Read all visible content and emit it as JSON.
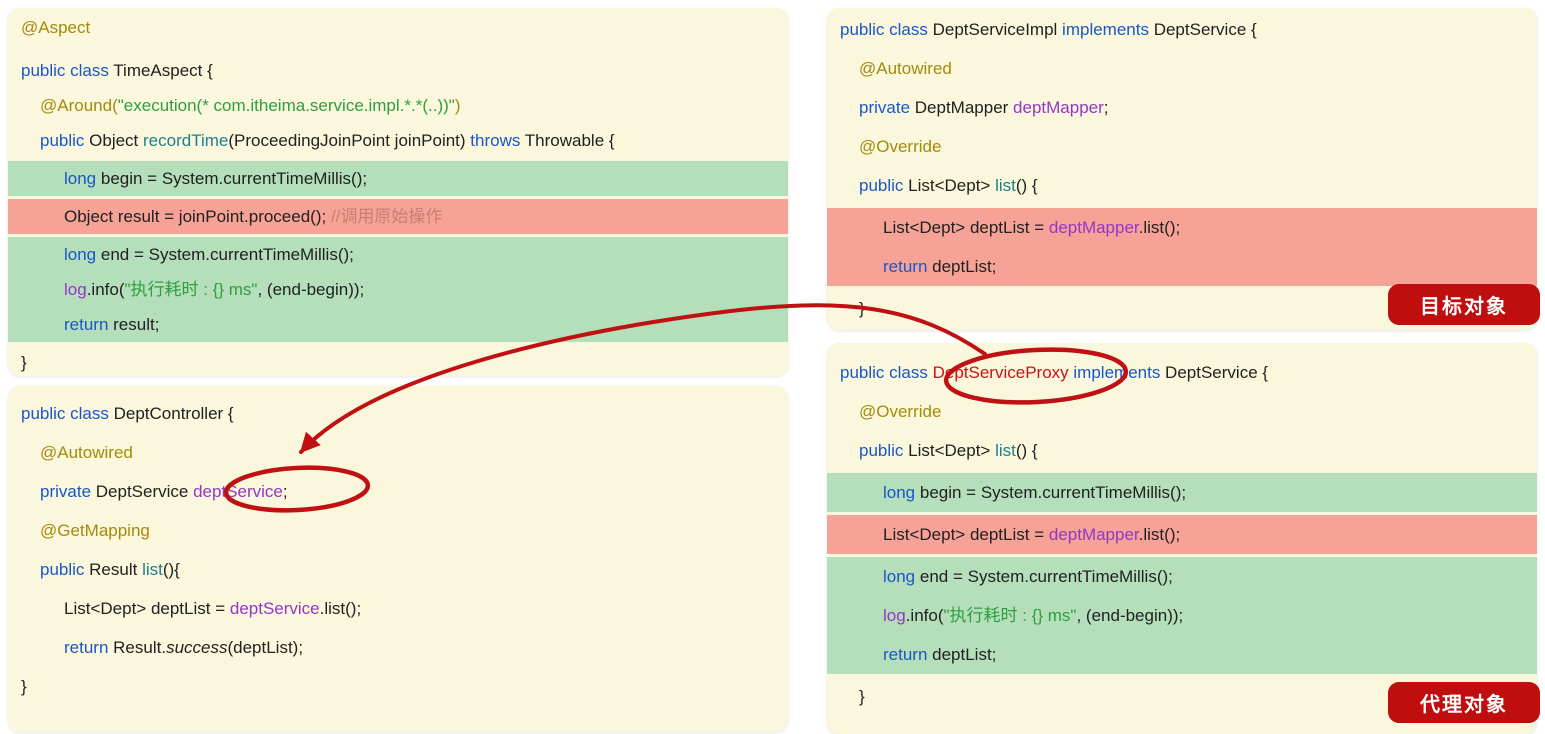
{
  "badges": {
    "target": "目标对象",
    "proxy": "代理对象"
  },
  "colors": {
    "panel_bg": "#faf7dc",
    "highlight_green": "#b4dfba",
    "highlight_red": "#f7a296",
    "annotation_red": "#c00d0d",
    "keyword_blue": "#1a56c9",
    "method_teal": "#1e7f8e",
    "annotation_olive": "#a38b0b",
    "field_purple": "#9138c8",
    "string_green": "#2f9e3f",
    "comment_rose": "#c87f72"
  },
  "annotations": {
    "circled_left": "deptService",
    "circled_right": "DeptServiceProxy"
  },
  "panels": [
    {
      "id": "time-aspect",
      "lines": [
        {
          "ind": 0,
          "tok": [
            {
              "t": "@Aspect",
              "c": "a"
            }
          ]
        },
        {
          "ind": 0,
          "tok": [
            {
              "t": "public class",
              "c": "k"
            },
            {
              "t": " TimeAspect {",
              "c": "t"
            }
          ]
        },
        {
          "ind": 1,
          "tok": [
            {
              "t": "@Around(",
              "c": "a"
            },
            {
              "t": "\"execution(* com.itheima.service.impl.*.*(..))\"",
              "c": "s"
            },
            {
              "t": ")",
              "c": "a"
            }
          ]
        },
        {
          "ind": 1,
          "tok": [
            {
              "t": "public",
              "c": "k"
            },
            {
              "t": " Object ",
              "c": "t"
            },
            {
              "t": "recordTime",
              "c": "m"
            },
            {
              "t": "(ProceedingJoinPoint joinPoint) ",
              "c": "t"
            },
            {
              "t": "throws",
              "c": "k"
            },
            {
              "t": " Throwable {",
              "c": "t"
            }
          ]
        },
        {
          "ind": 2,
          "hl": "g1",
          "tok": [
            {
              "t": "long",
              "c": "k"
            },
            {
              "t": " begin = System.currentTimeMillis();",
              "c": "t"
            }
          ]
        },
        {
          "ind": 2,
          "hl": "r1",
          "tok": [
            {
              "t": "Object result = joinPoint.proceed();   ",
              "c": "t"
            },
            {
              "t": "//调用原始操作",
              "c": "c"
            }
          ]
        },
        {
          "ind": 2,
          "hl": "g2",
          "tok": [
            {
              "t": "long",
              "c": "k"
            },
            {
              "t": " end = System.currentTimeMillis();",
              "c": "t"
            }
          ]
        },
        {
          "ind": 2,
          "hl": "g2",
          "tok": [
            {
              "t": "log",
              "c": "f"
            },
            {
              "t": ".info(",
              "c": "t"
            },
            {
              "t": "\"执行耗时 : {} ms\"",
              "c": "s"
            },
            {
              "t": ", (end-begin));",
              "c": "t"
            }
          ]
        },
        {
          "ind": 2,
          "hl": "g2",
          "tok": [
            {
              "t": "return",
              "c": "k"
            },
            {
              "t": " result;",
              "c": "t"
            }
          ]
        },
        {
          "ind": 0,
          "tok": [
            {
              "t": "}",
              "c": "t"
            }
          ]
        }
      ]
    },
    {
      "id": "dept-controller",
      "lines": [
        {
          "ind": 0,
          "tok": [
            {
              "t": "public class",
              "c": "k"
            },
            {
              "t": " DeptController {",
              "c": "t"
            }
          ]
        },
        {
          "ind": 1,
          "tok": [
            {
              "t": "@Autowired",
              "c": "a"
            }
          ]
        },
        {
          "ind": 1,
          "tok": [
            {
              "t": "private",
              "c": "k"
            },
            {
              "t": " DeptService ",
              "c": "t"
            },
            {
              "t": "deptService",
              "c": "f"
            },
            {
              "t": ";",
              "c": "t"
            }
          ]
        },
        {
          "ind": 1,
          "tok": [
            {
              "t": "@GetMapping",
              "c": "a"
            }
          ]
        },
        {
          "ind": 1,
          "tok": [
            {
              "t": "public",
              "c": "k"
            },
            {
              "t": " Result ",
              "c": "t"
            },
            {
              "t": "list",
              "c": "m"
            },
            {
              "t": "(){",
              "c": "t"
            }
          ]
        },
        {
          "ind": 2,
          "tok": [
            {
              "t": "List<Dept> deptList = ",
              "c": "t"
            },
            {
              "t": "deptService",
              "c": "f"
            },
            {
              "t": ".list();",
              "c": "t"
            }
          ]
        },
        {
          "ind": 2,
          "tok": [
            {
              "t": "return",
              "c": "k"
            },
            {
              "t": " Result.",
              "c": "t"
            },
            {
              "t": "success",
              "c": "i"
            },
            {
              "t": "(deptList);",
              "c": "t"
            }
          ]
        },
        {
          "ind": 0,
          "tok": [
            {
              "t": "}",
              "c": "t"
            }
          ]
        }
      ]
    },
    {
      "id": "dept-service-impl",
      "lines": [
        {
          "ind": 0,
          "tok": [
            {
              "t": "public class",
              "c": "k"
            },
            {
              "t": " DeptServiceImpl ",
              "c": "t"
            },
            {
              "t": "implements",
              "c": "k"
            },
            {
              "t": " DeptService {",
              "c": "t"
            }
          ]
        },
        {
          "ind": 1,
          "tok": [
            {
              "t": "@Autowired",
              "c": "a"
            }
          ]
        },
        {
          "ind": 1,
          "tok": [
            {
              "t": "private",
              "c": "k"
            },
            {
              "t": " DeptMapper ",
              "c": "t"
            },
            {
              "t": "deptMapper",
              "c": "f"
            },
            {
              "t": ";",
              "c": "t"
            }
          ]
        },
        {
          "ind": 1,
          "tok": [
            {
              "t": "@Override",
              "c": "a"
            }
          ]
        },
        {
          "ind": 1,
          "tok": [
            {
              "t": "public",
              "c": "k"
            },
            {
              "t": " List<Dept> ",
              "c": "t"
            },
            {
              "t": "list",
              "c": "m"
            },
            {
              "t": "() {",
              "c": "t"
            }
          ]
        },
        {
          "ind": 2,
          "hl": "r1",
          "tok": [
            {
              "t": "List<Dept> deptList = ",
              "c": "t"
            },
            {
              "t": "deptMapper",
              "c": "f"
            },
            {
              "t": ".list();",
              "c": "t"
            }
          ]
        },
        {
          "ind": 2,
          "hl": "r1",
          "tok": [
            {
              "t": "return",
              "c": "k"
            },
            {
              "t": " deptList;",
              "c": "t"
            }
          ]
        },
        {
          "ind": 1,
          "tok": [
            {
              "t": "}",
              "c": "t"
            }
          ]
        }
      ]
    },
    {
      "id": "dept-service-proxy",
      "lines": [
        {
          "ind": 0,
          "tok": [
            {
              "t": "public class",
              "c": "k"
            },
            {
              "t": " ",
              "c": "t"
            },
            {
              "t": "DeptServiceProxy",
              "c": "r"
            },
            {
              "t": " ",
              "c": "t"
            },
            {
              "t": "implements",
              "c": "k"
            },
            {
              "t": " DeptService {",
              "c": "t"
            }
          ]
        },
        {
          "ind": 1,
          "tok": [
            {
              "t": "@Override",
              "c": "a"
            }
          ]
        },
        {
          "ind": 1,
          "tok": [
            {
              "t": "public",
              "c": "k"
            },
            {
              "t": " List<Dept> ",
              "c": "t"
            },
            {
              "t": "list",
              "c": "m"
            },
            {
              "t": "() {",
              "c": "t"
            }
          ]
        },
        {
          "ind": 2,
          "hl": "g1",
          "tok": [
            {
              "t": "long",
              "c": "k"
            },
            {
              "t": " begin = System.currentTimeMillis();",
              "c": "t"
            }
          ]
        },
        {
          "ind": 2,
          "hl": "r1",
          "tok": [
            {
              "t": "List<Dept> deptList = ",
              "c": "t"
            },
            {
              "t": "deptMapper",
              "c": "f"
            },
            {
              "t": ".list();",
              "c": "t"
            }
          ]
        },
        {
          "ind": 2,
          "hl": "g2",
          "tok": [
            {
              "t": "long",
              "c": "k"
            },
            {
              "t": " end = System.currentTimeMillis();",
              "c": "t"
            }
          ]
        },
        {
          "ind": 2,
          "hl": "g2",
          "tok": [
            {
              "t": "log",
              "c": "f"
            },
            {
              "t": ".info(",
              "c": "t"
            },
            {
              "t": "\"执行耗时 : {} ms\"",
              "c": "s"
            },
            {
              "t": ", (end-begin));",
              "c": "t"
            }
          ]
        },
        {
          "ind": 2,
          "hl": "g2",
          "tok": [
            {
              "t": "return",
              "c": "k"
            },
            {
              "t": " deptList;",
              "c": "t"
            }
          ]
        },
        {
          "ind": 1,
          "tok": [
            {
              "t": "}",
              "c": "t"
            }
          ]
        }
      ]
    }
  ]
}
